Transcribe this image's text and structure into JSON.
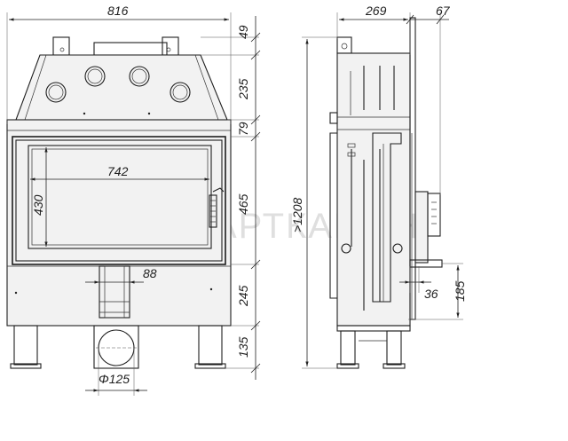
{
  "front_view": {
    "width": "816",
    "top_offset": "49",
    "upper_section": "235",
    "frame_gap": "79",
    "door_height": "465",
    "lower_section": "245",
    "legs": "135",
    "glass_width": "742",
    "glass_height": "430",
    "duct_width": "88",
    "flue_diameter": "Φ125"
  },
  "side_view": {
    "depth": "269",
    "front_depth": "67",
    "overall_height": ">1208",
    "vent_height": "185",
    "vent_depth": "36"
  },
  "watermark": "АРТКАМИН"
}
